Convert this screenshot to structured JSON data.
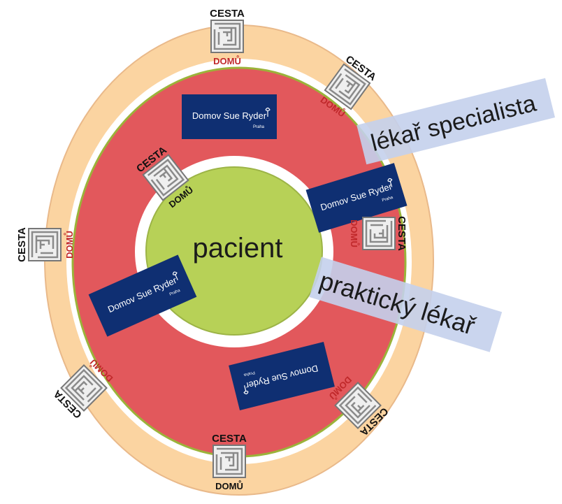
{
  "center": {
    "label": "pacient"
  },
  "logo": {
    "name": "Domov Sue Ryder",
    "city": "Praha"
  },
  "badge": {
    "top_text": "CESTA",
    "bottom_text": "DOMŮ"
  },
  "banners": {
    "specialist": "lékař specialista",
    "gp": "praktický lékař"
  },
  "colors": {
    "outer_ring": "#fbd4a1",
    "middle_ring": "#e2585c",
    "inner_core": "#b7d157",
    "logo_bg": "#0f2f72",
    "banner": "#c4d0ec",
    "badge_text": "#111111",
    "badge_text_accent": "#c0282a"
  },
  "icons": [
    "maze-icon",
    "sue-ryder-flower-icon"
  ]
}
